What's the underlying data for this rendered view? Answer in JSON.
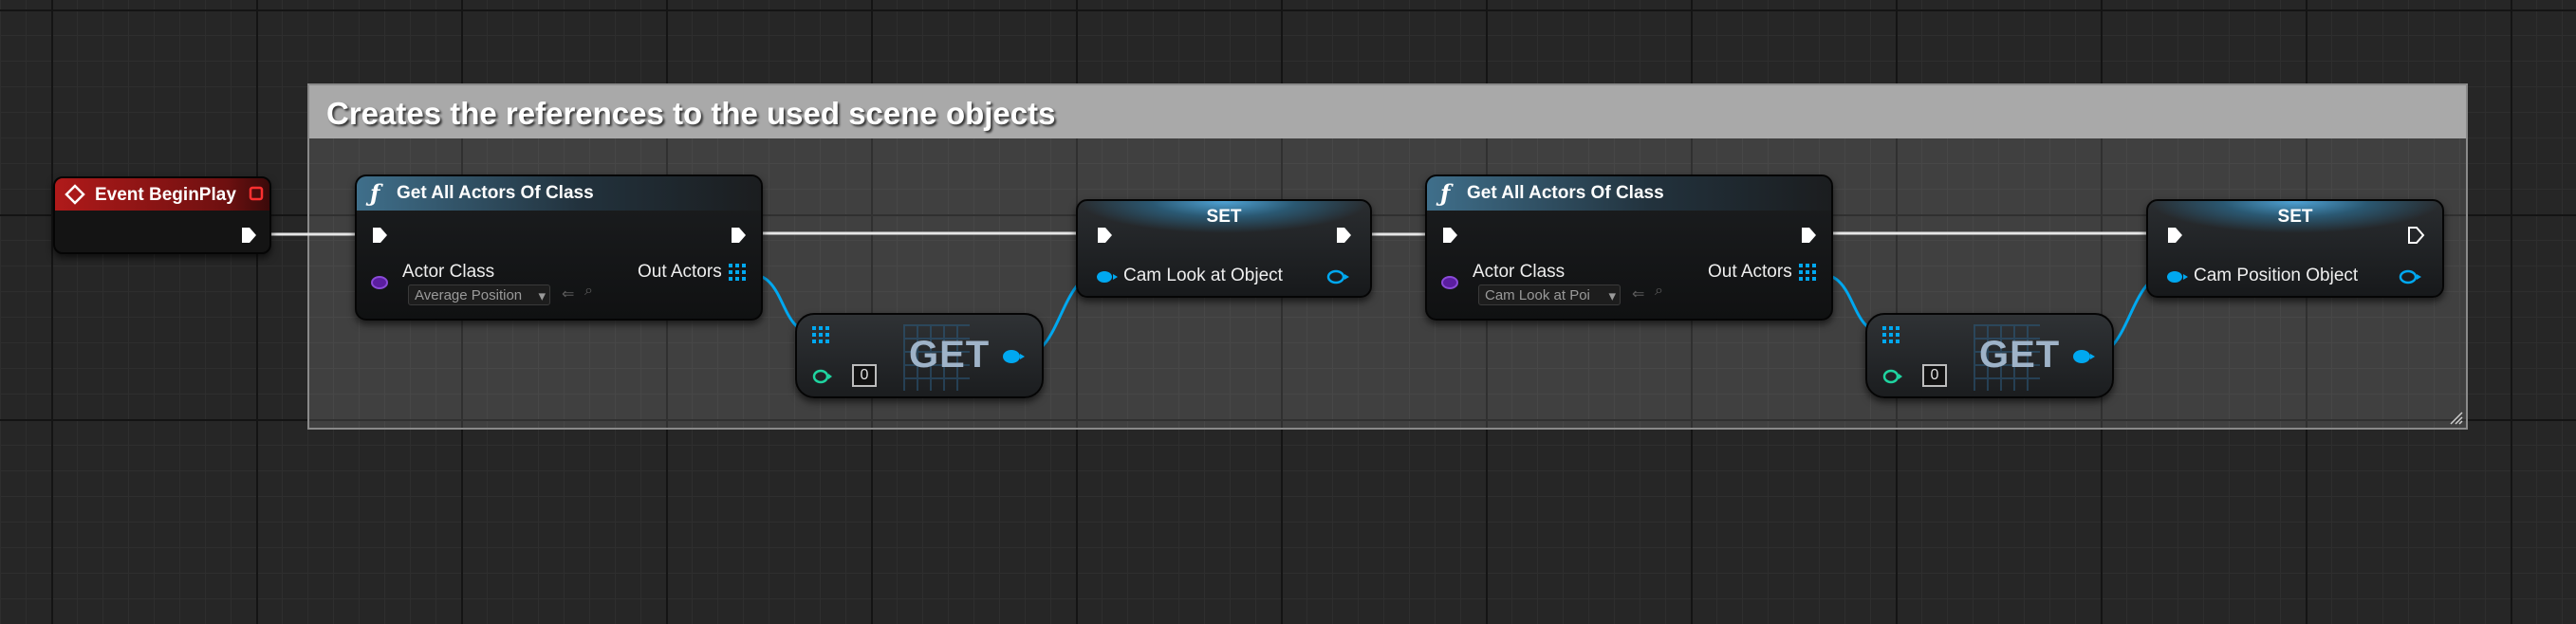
{
  "comment": {
    "title": "Creates the references to the used scene objects"
  },
  "event_node": {
    "title": "Event BeginPlay"
  },
  "get_all_actors_1": {
    "title": "Get All Actors Of Class",
    "input_label": "Actor Class",
    "input_value": "Average Position",
    "output_label": "Out Actors"
  },
  "get_1": {
    "label": "GET",
    "index": "0"
  },
  "set_1": {
    "title": "SET",
    "variable": "Cam Look at Object"
  },
  "get_all_actors_2": {
    "title": "Get All Actors Of Class",
    "input_label": "Actor Class",
    "input_value": "Cam Look at Poi",
    "output_label": "Out Actors"
  },
  "get_2": {
    "label": "GET",
    "index": "0"
  },
  "set_2": {
    "title": "SET",
    "variable": "Cam Position Object"
  },
  "colors": {
    "exec": "#ffffff",
    "object_pin": "#00a8f0",
    "class_pin": "#5b1ea0",
    "int_pin": "#1fd4a0",
    "event_header": "#b01a1a",
    "function_header": "#3f6f8b"
  },
  "icons": {
    "function": "function-icon",
    "event": "event-diamond-icon",
    "array": "array-grid-icon",
    "browse": "browse-arrow-icon",
    "search": "search-magnifier-icon",
    "delegate": "delegate-square-icon"
  }
}
